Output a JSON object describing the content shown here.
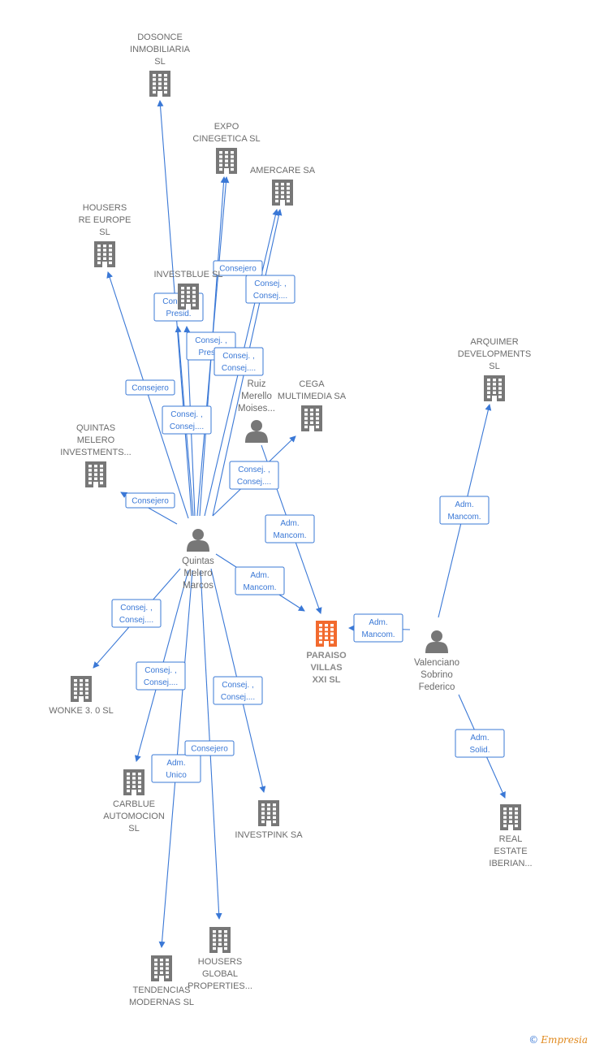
{
  "nodes": [
    {
      "id": "dosonce",
      "kind": "company",
      "label": [
        "DOSONCE",
        "INMOBILIARIA",
        "SL"
      ]
    },
    {
      "id": "expo",
      "kind": "company",
      "label": [
        "EXPO",
        "CINEGETICA SL"
      ]
    },
    {
      "id": "amercare",
      "kind": "company",
      "label": [
        "AMERCARE SA"
      ]
    },
    {
      "id": "housers_re",
      "kind": "company",
      "label": [
        "HOUSERS",
        "RE EUROPE",
        "SL"
      ]
    },
    {
      "id": "investblue",
      "kind": "company",
      "label": [
        "INVESTBLUE SL"
      ]
    },
    {
      "id": "ruiz",
      "kind": "person",
      "label": [
        "Ruiz",
        "Merello",
        "Moises..."
      ]
    },
    {
      "id": "cega",
      "kind": "company",
      "label": [
        "CEGA",
        "MULTIMEDIA SA"
      ]
    },
    {
      "id": "arquimer",
      "kind": "company",
      "label": [
        "ARQUIMER",
        "DEVELOPMENTS",
        "SL"
      ]
    },
    {
      "id": "quintas_inv",
      "kind": "company",
      "label": [
        "QUINTAS",
        "MELERO",
        "INVESTMENTS..."
      ]
    },
    {
      "id": "quintas_marcos",
      "kind": "person",
      "label": [
        "Quintas",
        "Melero",
        "Marcos"
      ]
    },
    {
      "id": "paraiso",
      "kind": "main",
      "label": [
        "PARAISO",
        "VILLAS",
        "XXI  SL"
      ]
    },
    {
      "id": "valenciano",
      "kind": "person",
      "label": [
        "Valenciano",
        "Sobrino",
        "Federico"
      ]
    },
    {
      "id": "wonke",
      "kind": "company",
      "label": [
        "WONKE 3. 0 SL"
      ]
    },
    {
      "id": "carblue",
      "kind": "company",
      "label": [
        "CARBLUE",
        "AUTOMOCION",
        "SL"
      ]
    },
    {
      "id": "investpink",
      "kind": "company",
      "label": [
        "INVESTPINK SA"
      ]
    },
    {
      "id": "real_estate",
      "kind": "company",
      "label": [
        "REAL",
        "ESTATE",
        "IBERIAN..."
      ]
    },
    {
      "id": "tendencias",
      "kind": "company",
      "label": [
        "TENDENCIAS",
        "MODERNAS SL"
      ]
    },
    {
      "id": "housers_global",
      "kind": "company",
      "label": [
        "HOUSERS",
        "GLOBAL",
        "PROPERTIES..."
      ]
    }
  ],
  "edges": [
    {
      "from": "quintas_marcos",
      "to": "dosonce",
      "label": [
        "Consej. ,",
        "Presid."
      ]
    },
    {
      "from": "quintas_marcos",
      "to": "expo",
      "label": [
        "Consejero"
      ]
    },
    {
      "from": "quintas_marcos",
      "to": "amercare",
      "label": [
        "Consej. ,",
        "Consej...."
      ]
    },
    {
      "from": "quintas_marcos",
      "to": "housers_re",
      "label": [
        "Consejero"
      ]
    },
    {
      "from": "quintas_marcos",
      "to": "investblue",
      "label": [
        "Consej. ,",
        "Presid."
      ]
    },
    {
      "from": "quintas_marcos",
      "to": "investblue",
      "label": [
        "Consej. ,",
        "Consej...."
      ]
    },
    {
      "from": "quintas_marcos",
      "to": "expo",
      "label": [
        "Consej. ,",
        "Consej...."
      ]
    },
    {
      "from": "quintas_marcos",
      "to": "amercare",
      "label": [
        "Consej. ,",
        "Consej...."
      ]
    },
    {
      "from": "quintas_marcos",
      "to": "cega",
      "label": [
        "Consej. ,",
        "Consej...."
      ]
    },
    {
      "from": "quintas_marcos",
      "to": "quintas_inv",
      "label": [
        "Consejero"
      ]
    },
    {
      "from": "quintas_marcos",
      "to": "paraiso",
      "label": [
        "Adm.",
        "Mancom."
      ]
    },
    {
      "from": "ruiz",
      "to": "paraiso",
      "label": [
        "Adm.",
        "Mancom."
      ]
    },
    {
      "from": "valenciano",
      "to": "paraiso",
      "label": [
        "Adm.",
        "Mancom."
      ]
    },
    {
      "from": "valenciano",
      "to": "arquimer",
      "label": [
        "Adm.",
        "Mancom."
      ]
    },
    {
      "from": "valenciano",
      "to": "real_estate",
      "label": [
        "Adm.",
        "Solid."
      ]
    },
    {
      "from": "quintas_marcos",
      "to": "wonke",
      "label": [
        "Consej. ,",
        "Consej...."
      ]
    },
    {
      "from": "quintas_marcos",
      "to": "carblue",
      "label": [
        "Consej. ,",
        "Consej...."
      ]
    },
    {
      "from": "quintas_marcos",
      "to": "investpink",
      "label": [
        "Consej. ,",
        "Consej...."
      ]
    },
    {
      "from": "quintas_marcos",
      "to": "tendencias",
      "label": [
        "Adm.",
        "Unico"
      ]
    },
    {
      "from": "quintas_marcos",
      "to": "housers_global",
      "label": [
        "Consejero"
      ]
    }
  ],
  "footer": {
    "copyright": "©",
    "brand": "Empresia"
  },
  "colors": {
    "edge": "#3a78d6",
    "company": "#777777",
    "main": "#f26a2e",
    "text": "#6b6b6b"
  }
}
